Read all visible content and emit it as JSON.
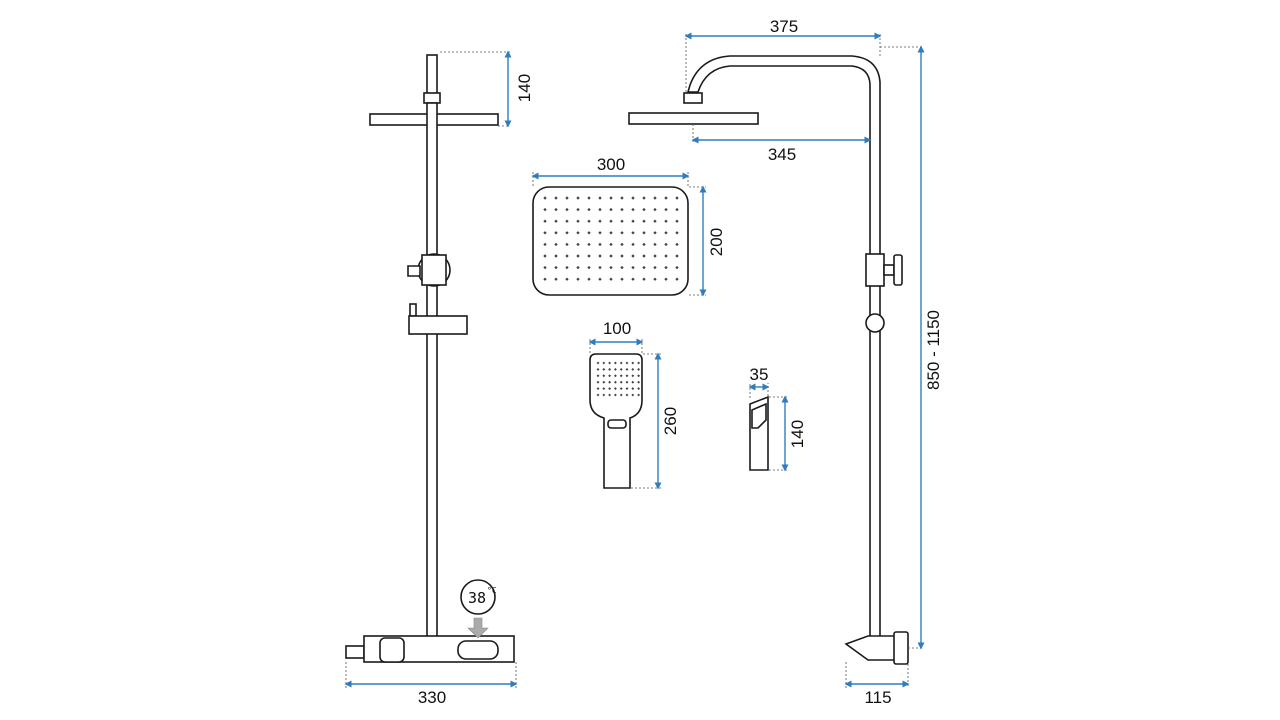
{
  "dimensions": {
    "front_head_height": "140",
    "front_width": "330",
    "rain_head_width": "300",
    "rain_head_height": "200",
    "hand_shower_width": "100",
    "hand_shower_height": "260",
    "holder_width": "35",
    "holder_height": "140",
    "arm_total": "375",
    "arm_reach": "345",
    "height_range": "850 - 1150",
    "side_depth": "115"
  },
  "thermostat_display": {
    "value": "38",
    "unit": "°C"
  },
  "colors": {
    "dimension_line": "#2f7dbd",
    "outline": "#1a1a1a"
  }
}
